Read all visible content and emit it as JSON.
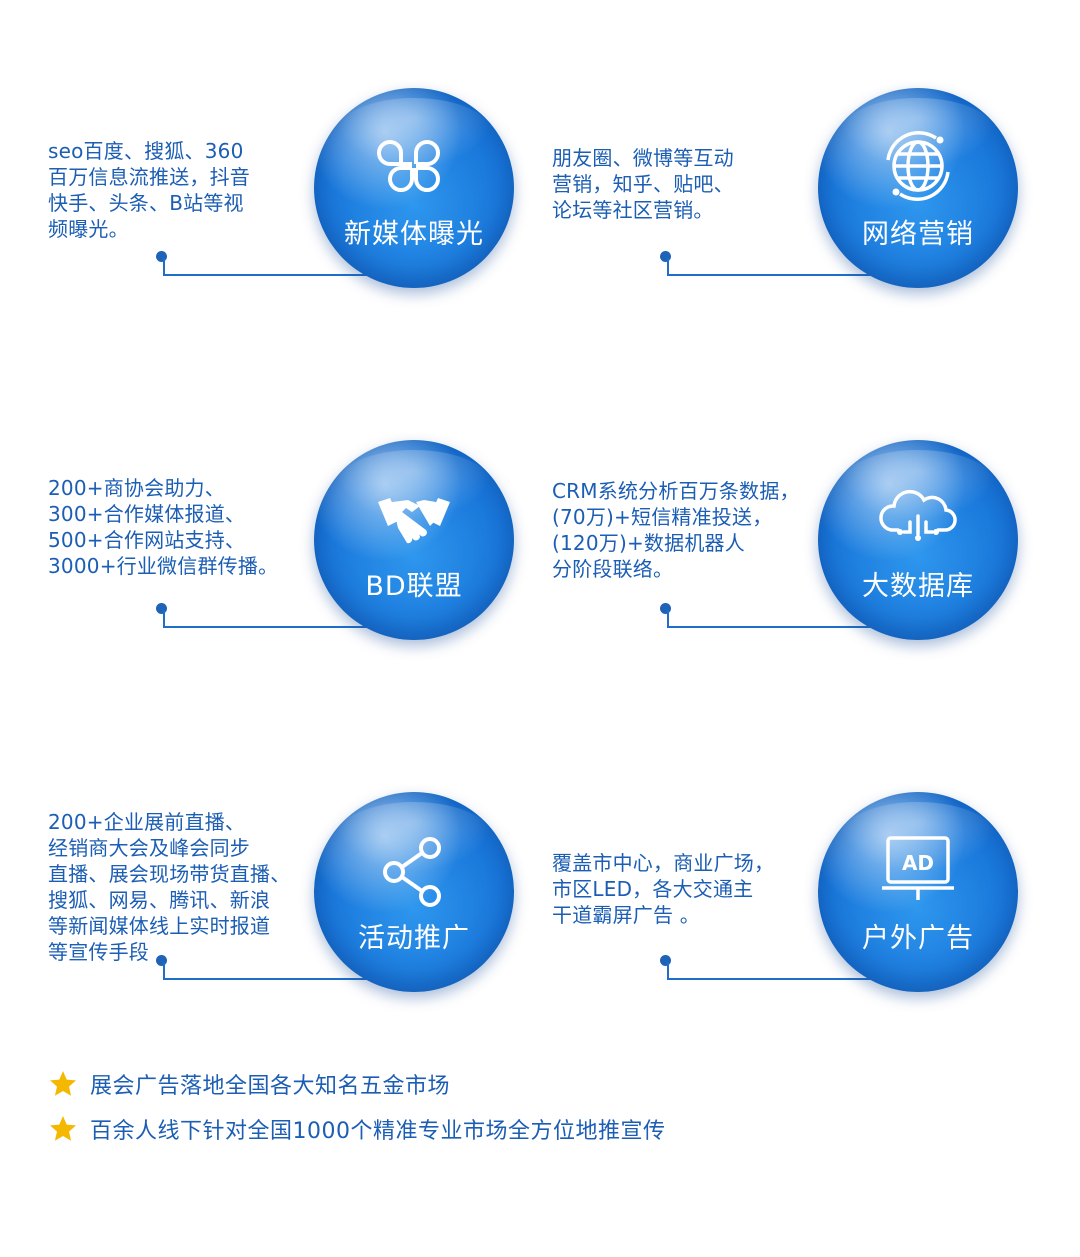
{
  "services": [
    {
      "id": "new-media",
      "label": "新媒体曝光",
      "icon": "clover-icon",
      "description": "seo百度、搜狐、360\n百万信息流推送，抖音\n快手、头条、B站等视\n频曝光。"
    },
    {
      "id": "network-marketing",
      "label": "网络营销",
      "icon": "globe-icon",
      "description": "朋友圈、微博等互动\n营销，知乎、贴吧、\n论坛等社区营销。"
    },
    {
      "id": "bd-alliance",
      "label": "BD联盟",
      "icon": "handshake-icon",
      "description": "200+商协会助力、\n300+合作媒体报道、\n500+合作网站支持、\n3000+行业微信群传播。"
    },
    {
      "id": "big-data",
      "label": "大数据库",
      "icon": "cloud-data-icon",
      "description": "CRM系统分析百万条数据，\n(70万)+短信精准投送，\n(120万)+数据机器人\n分阶段联络。"
    },
    {
      "id": "event-promotion",
      "label": "活动推广",
      "icon": "share-icon",
      "description": "200+企业展前直播、\n经销商大会及峰会同步\n直播、展会现场带货直播、\n搜狐、网易、腾讯、新浪\n等新闻媒体线上实时报道\n等宣传手段"
    },
    {
      "id": "outdoor-ads",
      "label": "户外广告",
      "icon": "ad-board-icon",
      "description": "覆盖市中心，商业广场，\n市区LED，各大交通主\n干道霸屏广告 。"
    }
  ],
  "notes": [
    {
      "icon": "star-icon",
      "text": "展会广告落地全国各大知名五金市场"
    },
    {
      "icon": "star-icon",
      "text": "百余人线下针对全国1000个精准专业市场全方位地推宣传"
    }
  ],
  "colors": {
    "text": "#1c5eb4",
    "ball": "#1a78db",
    "star": "#f5b800"
  }
}
